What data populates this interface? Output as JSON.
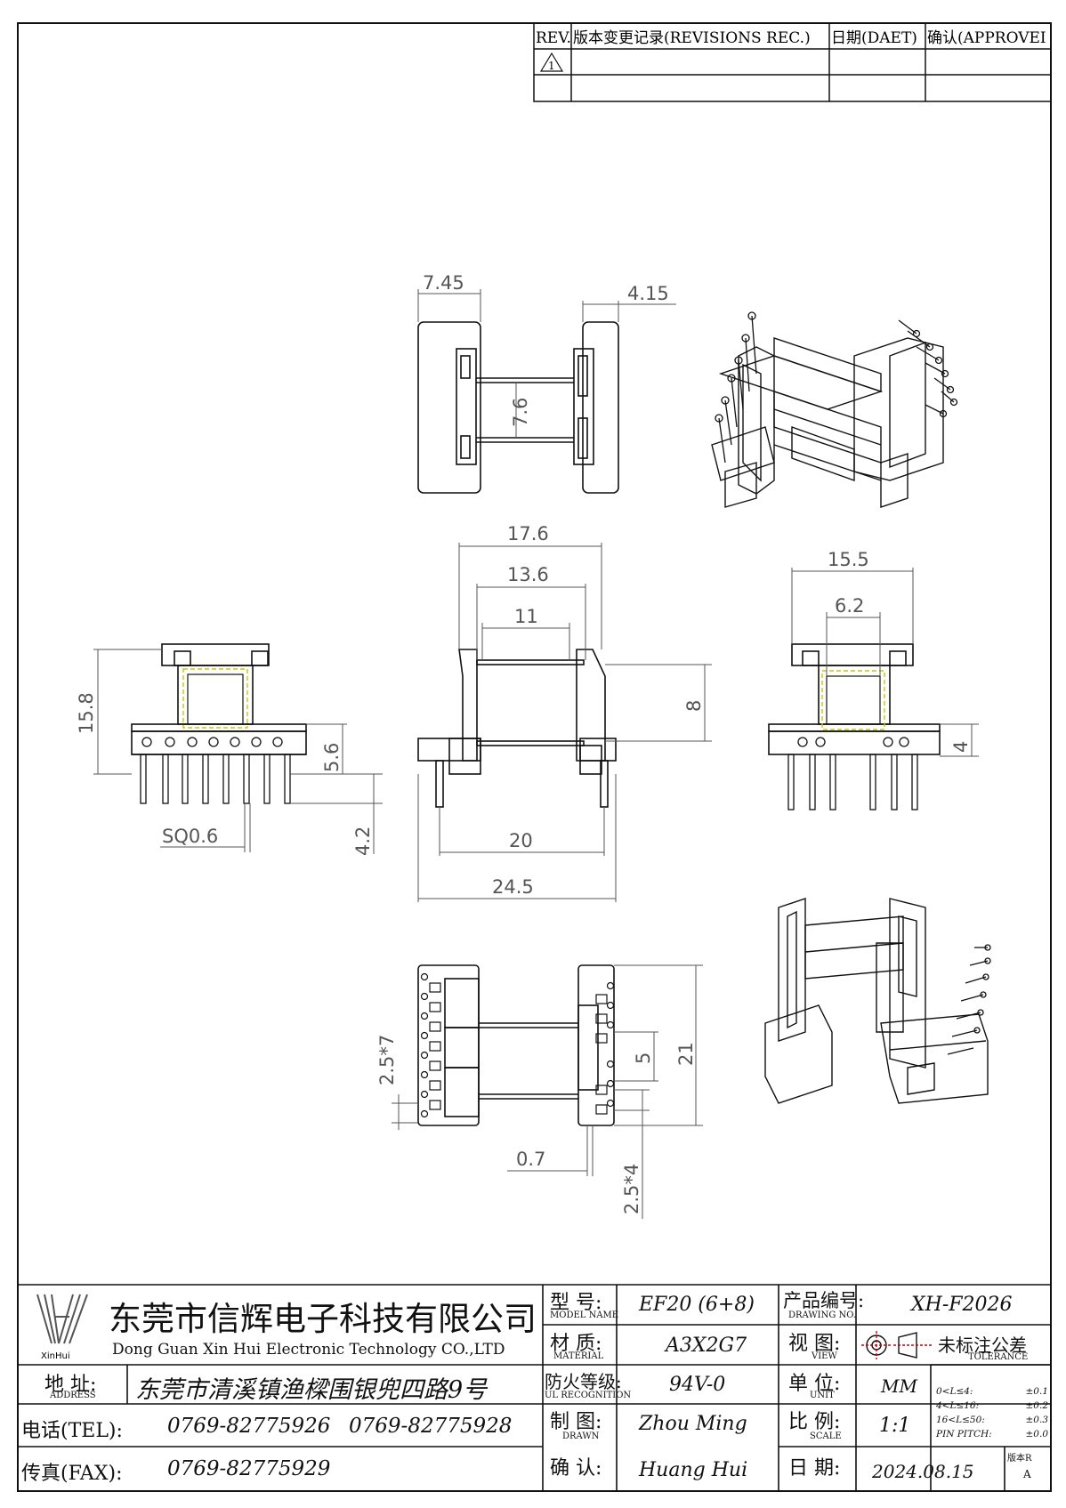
{
  "revisions": {
    "rev_label": "REV.",
    "record_label": "版本变更记录(REVISIONS REC.)",
    "date_label": "日期(DAET)",
    "approve_label": "确认(APPROVEI",
    "rev_mark": "1"
  },
  "dimensions": {
    "top_left_width": "7.45",
    "top_right_width": "4.15",
    "top_core": "7.6",
    "front_17_6": "17.6",
    "front_13_6": "13.6",
    "front_11": "11",
    "front_8": "8",
    "front_20": "20",
    "front_24_5": "24.5",
    "left_15_8": "15.8",
    "left_5_6": "5.6",
    "left_4_2": "4.2",
    "left_sq": "SQ0.6",
    "right_15_5": "15.5",
    "right_6_2": "6.2",
    "right_4": "4",
    "bottom_pitch7": "2.5*7",
    "bottom_5": "5",
    "bottom_21": "21",
    "bottom_0_7": "0.7",
    "bottom_pitch4": "2.5*4"
  },
  "title_block": {
    "logo_text": "XinHui",
    "company_cn": "东莞市信辉电子科技有限公司",
    "company_en": "Dong Guan Xin Hui Electronic Technology CO.,LTD",
    "address_label_cn": "地  址:",
    "address_label_en": "ADDRESS",
    "address_value": "东莞市清溪镇渔樑围银兜四路9号",
    "tel_label": "电话(TEL):",
    "tel_1": "0769-82775926",
    "tel_2": "0769-82775928",
    "fax_label": "传真(FAX):",
    "fax_value": "0769-82775929",
    "model_label_cn": "型  号:",
    "model_label_en": "MODEL NAME",
    "model_value": "EF20 (6+8)",
    "material_label_cn": "材  质:",
    "material_label_en": "MATERIAL",
    "material_value": "A3X2G7",
    "fire_label_cn": "防火等级:",
    "fire_label_en": "UL RECOGNITION",
    "fire_value": "94V-0",
    "drawn_label_cn": "制  图:",
    "drawn_label_en": "DRAWN",
    "drawn_value": "Zhou Ming",
    "confirm_label_cn": "确  认:",
    "confirm_value": "Huang Hui",
    "drawing_no_label_cn": "产品编号:",
    "drawing_no_label_en": "DRAWING NO.",
    "drawing_no_value": "XH-F2026",
    "view_label_cn": "视  图:",
    "view_label_en": "VIEW",
    "unit_label_cn": "单  位:",
    "unit_label_en": "UNIT",
    "unit_value": "MM",
    "scale_label_cn": "比  例:",
    "scale_label_en": "SCALE",
    "scale_value": "1:1",
    "date_label_cn": "日  期:",
    "date_value": "2024.08.15",
    "tolerance_label_cn": "未标注公差",
    "tolerance_label_en": "TOLERANCE",
    "tolerance_rows": [
      {
        "range": "0<L≤4:",
        "value": "±0.1"
      },
      {
        "range": "4<L≤16:",
        "value": "±0.2"
      },
      {
        "range": "16<L≤50:",
        "value": "±0.3"
      },
      {
        "range": "PIN PITCH:",
        "value": "±0.0"
      }
    ],
    "version_label": "版本R",
    "version_value": "A"
  },
  "colors": {
    "line": "#111111",
    "dim": "#555555",
    "core": "#c9c900"
  }
}
